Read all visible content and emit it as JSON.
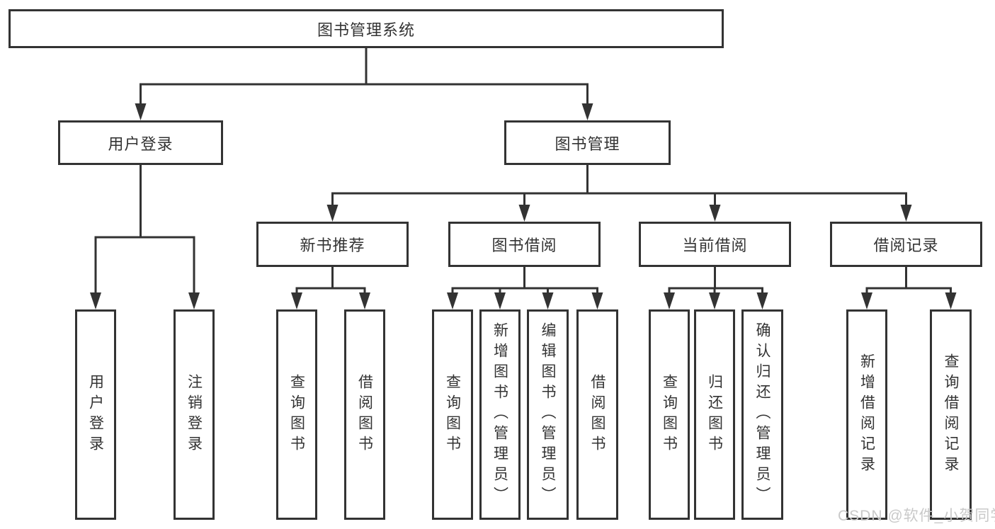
{
  "diagram_title": "图书管理系统",
  "tree": {
    "label": "图书管理系统",
    "children": [
      {
        "label": "用户登录",
        "children": [
          {
            "label": "用户登录"
          },
          {
            "label": "注销登录"
          }
        ]
      },
      {
        "label": "图书管理",
        "children": [
          {
            "label": "新书推荐",
            "children": [
              {
                "label": "查询图书"
              },
              {
                "label": "借阅图书"
              }
            ]
          },
          {
            "label": "图书借阅",
            "children": [
              {
                "label": "查询图书"
              },
              {
                "label": "新增图书（管理员）"
              },
              {
                "label": "编辑图书（管理员）"
              },
              {
                "label": "借阅图书"
              }
            ]
          },
          {
            "label": "当前借阅",
            "children": [
              {
                "label": "查询图书"
              },
              {
                "label": "归还图书"
              },
              {
                "label": "确认归还（管理员）"
              }
            ]
          },
          {
            "label": "借阅记录",
            "children": [
              {
                "label": "新增借阅记录"
              },
              {
                "label": "查询借阅记录"
              }
            ]
          }
        ]
      }
    ]
  },
  "watermark": {
    "text": "CSDN @软件_小贺同学"
  },
  "colors": {
    "line": "#333333",
    "box_border": "#333333",
    "box_background": "#ffffff",
    "text": "#333333",
    "watermark": "#c9c9c9",
    "canvas_background": "#ffffff"
  }
}
